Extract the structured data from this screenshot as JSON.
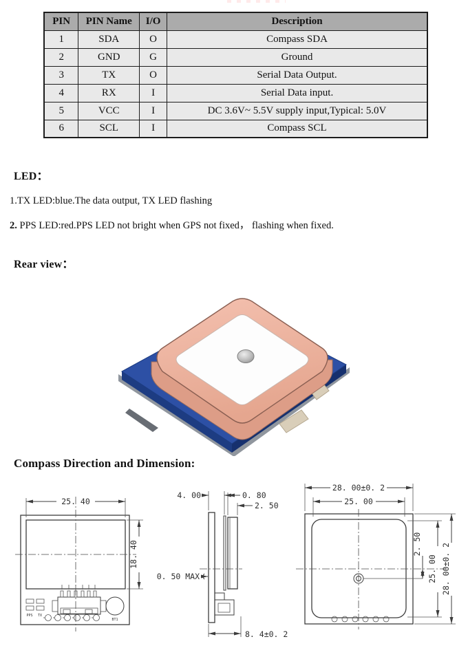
{
  "pin_table": {
    "headers": [
      "PIN",
      "PIN Name",
      "I/O",
      "Description"
    ],
    "rows": [
      [
        "1",
        "SDA",
        "O",
        "Compass SDA"
      ],
      [
        "2",
        "GND",
        "G",
        "Ground"
      ],
      [
        "3",
        "TX",
        "O",
        "Serial Data Output."
      ],
      [
        "4",
        "RX",
        "I",
        "Serial Data input."
      ],
      [
        "5",
        "VCC",
        "I",
        "DC 3.6V~ 5.5V supply input,Typical: 5.0V"
      ],
      [
        "6",
        "SCL",
        "I",
        "Compass SCL"
      ]
    ]
  },
  "led_section": {
    "heading": "LED：",
    "item1": "1.TX LED:blue.The data output, TX LED flashing",
    "item2_prefix": "2.",
    "item2_rest": " PPS LED:red.PPS LED not bright when GPS not fixed， flashing when fixed."
  },
  "rear_view": {
    "heading": "Rear view："
  },
  "dimension_section": {
    "heading": "Compass Direction and Dimension:",
    "front_view": {
      "width_label": "25. 40",
      "height_label": "18. 40",
      "led_label_pps": "PPS",
      "led_label_tx": "TX",
      "battery_label": "BT1"
    },
    "side_view": {
      "dim_total_thickness": "4. 00",
      "dim_gap": "0. 80",
      "dim_patch_thickness": "2. 50",
      "dim_pcb_thickness": "0. 50 MAX",
      "dim_overall": "8. 4±0. 2"
    },
    "rear_dim_view": {
      "dim_outer_width": "28. 00±0. 2",
      "dim_inner_width": "25. 00",
      "dim_feed_offset": "2. 50",
      "dim_inner_height": "25. 00",
      "dim_outer_height": "28. 00±0. 2"
    }
  },
  "colors": {
    "table_header_bg": "#ababab",
    "table_row_bg": "#e9e9e9",
    "pcb_blue": "#2d50a5",
    "antenna_salmon": "#eeb09c",
    "ceramic_white": "#fdfdfd",
    "gold_pad": "#caa43a",
    "drawing_line": "#3c3c3c"
  }
}
